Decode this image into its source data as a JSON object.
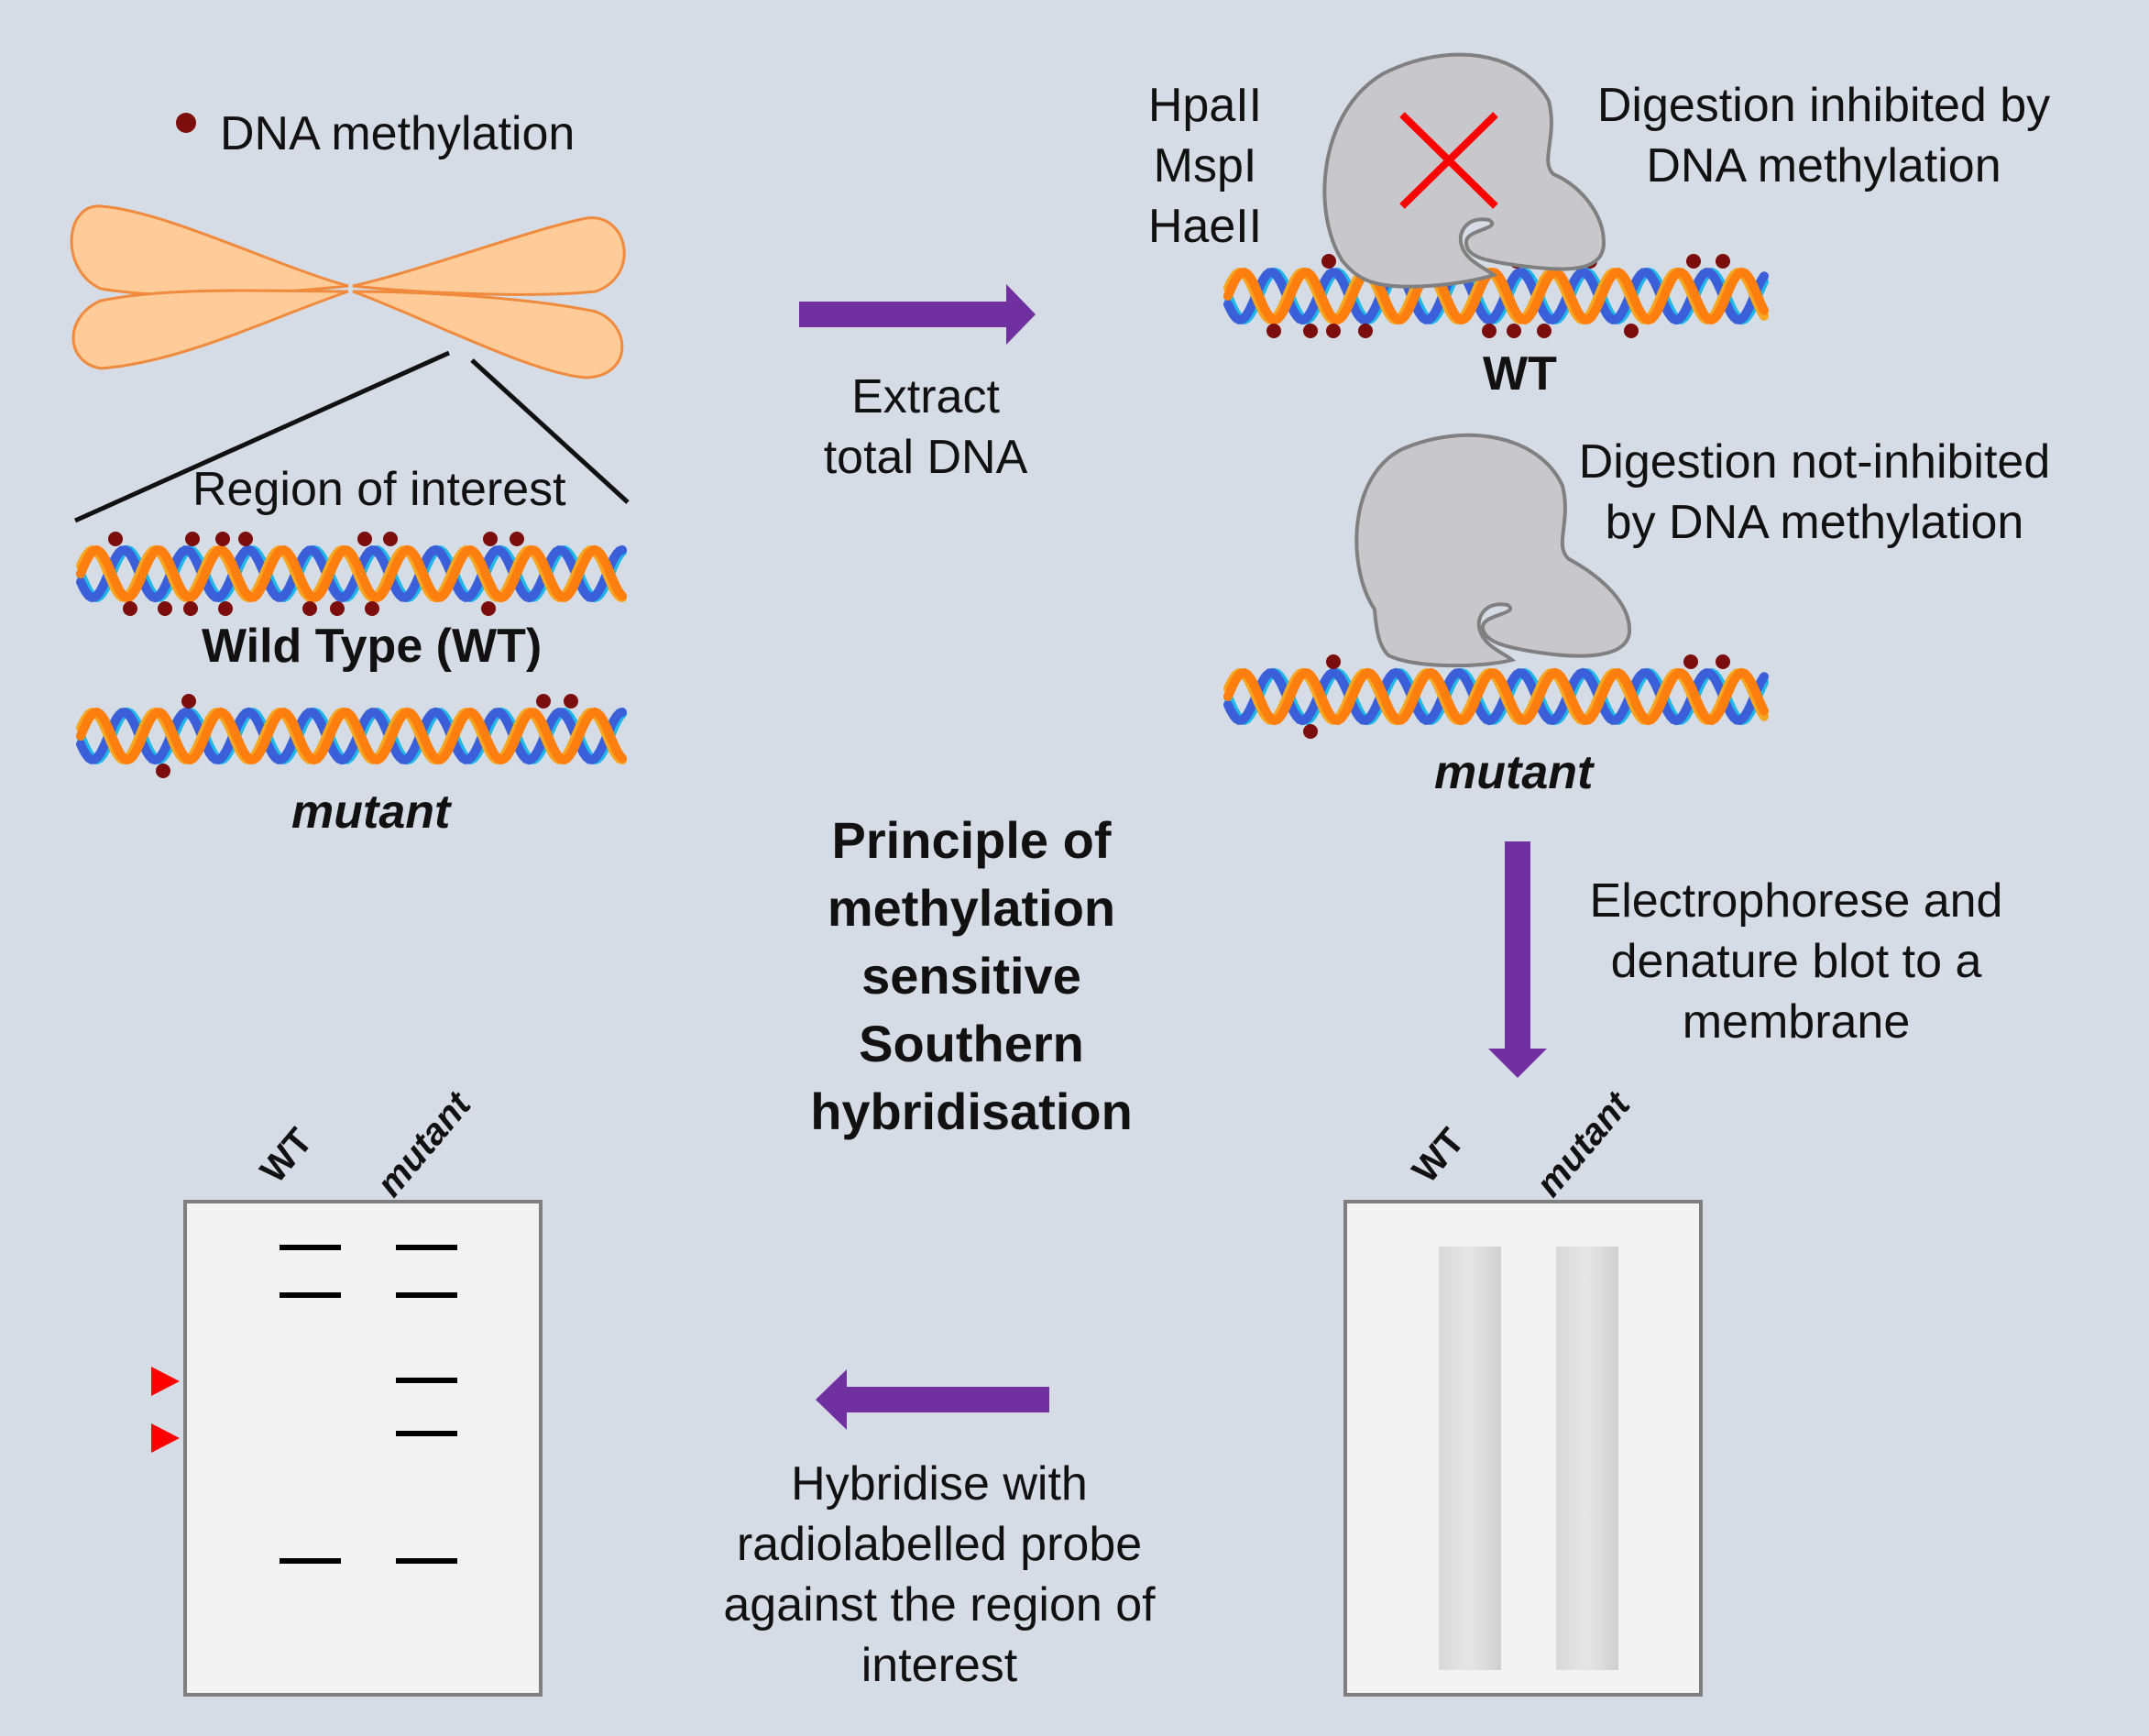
{
  "legend": {
    "label": "DNA methylation",
    "dot_color": "#7b0d0d"
  },
  "chromosome": {
    "region_label": "Region of interest",
    "fill": "#ffcc99",
    "stroke": "#f08a3c"
  },
  "dna_labels": {
    "wild_type": "Wild Type (WT)",
    "mutant": "mutant"
  },
  "steps": {
    "extract": [
      "Extract",
      "total DNA"
    ],
    "enzymes": [
      "HpaII",
      "MspI",
      "HaeII"
    ],
    "inhibited": [
      "Digestion inhibited by",
      "DNA methylation"
    ],
    "wt_label": "WT",
    "not_inhibited": [
      "Digestion not-inhibited",
      "by DNA methylation"
    ],
    "mutant_label": "mutant",
    "electrophorese": [
      "Electrophorese and",
      "denature blot to a",
      "membrane"
    ],
    "hybridise": [
      "Hybridise with",
      "radiolabelled probe",
      "against the region of",
      "interest"
    ]
  },
  "title": [
    "Principle of",
    "methylation",
    "sensitive",
    "Southern",
    "hybridisation"
  ],
  "membrane": {
    "lane_labels": [
      "WT",
      "mutant"
    ]
  },
  "blot": {
    "lane_labels": [
      "WT",
      "mutant"
    ],
    "wt_bands": 3,
    "mutant_bands": 5,
    "marker_color": "#ff0000"
  },
  "colors": {
    "arrow": "#7030a0",
    "strand_orange": "#ff7f0e",
    "strand_amber": "#f5a623",
    "strand_blue": "#3a5fd9",
    "strand_cyan": "#1fb8e8",
    "enzyme_fill": "#c8c8cc",
    "cross": "#ff0000"
  }
}
